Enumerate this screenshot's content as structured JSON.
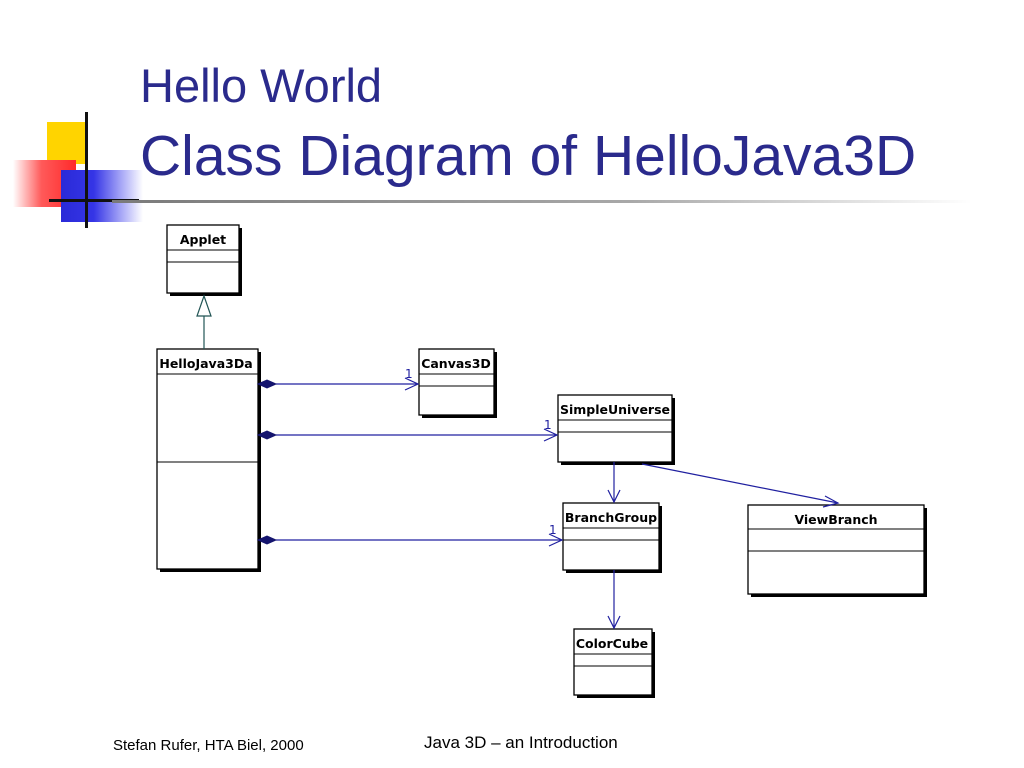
{
  "slide": {
    "title_line1": "Hello World",
    "title_line2": "Class Diagram of HelloJava3D",
    "footer_left": "Stefan Rufer, HTA Biel, 2000",
    "footer_center": "Java 3D – an Introduction"
  },
  "diagram": {
    "classes": {
      "applet": "Applet",
      "hellojava3da": "HelloJava3Da",
      "canvas3d": "Canvas3D",
      "simpleuniverse": "SimpleUniverse",
      "branchgroup": "BranchGroup",
      "viewbranch": "ViewBranch",
      "colorcube": "ColorCube"
    },
    "multiplicities": {
      "canvas3d": "1",
      "simpleuniverse": "1",
      "branchgroup": "1"
    },
    "colors": {
      "association": "#2020a0",
      "title": "#2a2a8c"
    }
  }
}
